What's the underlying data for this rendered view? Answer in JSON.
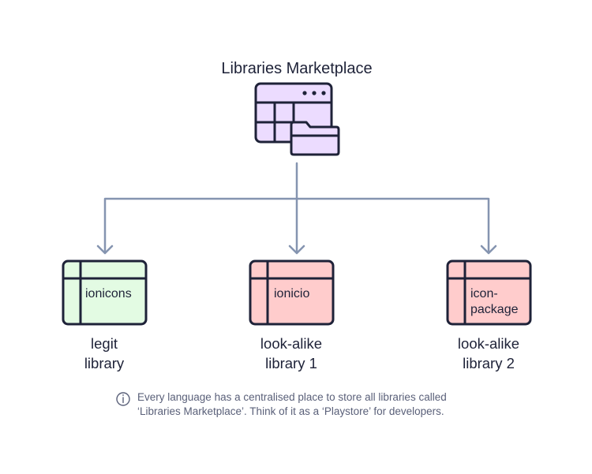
{
  "title": "Libraries Marketplace",
  "libraries": [
    {
      "name": "ionicons",
      "name_lines": [
        "ionicons"
      ],
      "caption_lines": [
        "legit",
        "library"
      ],
      "fill": "#e3fbe3"
    },
    {
      "name": "ionicio",
      "name_lines": [
        "ionicio"
      ],
      "caption_lines": [
        "look-alike",
        "library 1"
      ],
      "fill": "#ffcccc"
    },
    {
      "name": "icon-package",
      "name_lines": [
        "icon-",
        "package"
      ],
      "caption_lines": [
        "look-alike",
        "library 2"
      ],
      "fill": "#ffcccc"
    }
  ],
  "note": {
    "lines": [
      "Every language has a centralised place to store all libraries called",
      "‘Libraries Marketplace’. Think of it as a ‘Playstore’ for developers."
    ]
  },
  "colors": {
    "stroke": "#1e2238",
    "connector": "#8594b0",
    "marketplace_fill": "#ecdcff",
    "legit_fill": "#e3fbe3",
    "lookalike_fill": "#ffcccc",
    "note_text": "#5a6079"
  },
  "icons": {
    "marketplace": "browser-window-with-folder-icon",
    "info": "info-circle-icon"
  }
}
